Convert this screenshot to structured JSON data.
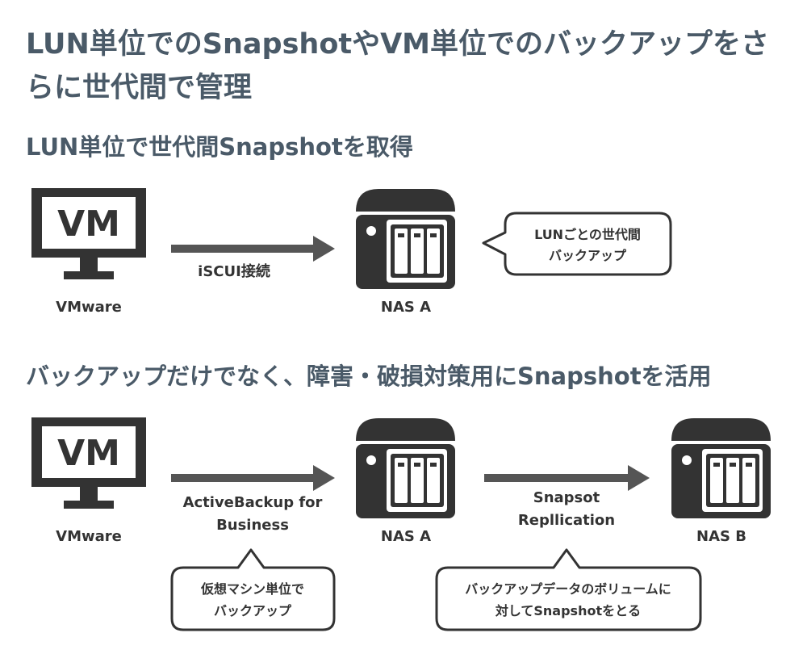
{
  "title": "LUN単位でのSnapshotやVM単位でのバックアップをさらに世代間で管理",
  "section1": {
    "heading": "LUN単位で世代間Snapshotを取得",
    "vm_screen_text": "VM",
    "vm_label": "VMware",
    "arrow_label": "iSCUI接続",
    "nas_label": "NAS A",
    "callout_line1": "LUNごとの世代間",
    "callout_line2": "バックアップ"
  },
  "section2": {
    "heading": "バックアップだけでなく、障害・破損対策用にSnapshotを活用",
    "vm_screen_text": "VM",
    "vm_label": "VMware",
    "arrow1_line1": "ActiveBackup for",
    "arrow1_line2": "Business",
    "nas_a_label": "NAS A",
    "arrow2_line1": "Snapsot",
    "arrow2_line2": "Repllication",
    "nas_b_label": "NAS B",
    "callout1_line1": "仮想マシン単位で",
    "callout1_line2": "バックアップ",
    "callout2_line1": "バックアップデータのボリュームに",
    "callout2_line2": "対してSnapshotをとる"
  },
  "colors": {
    "heading": "#4a5a68",
    "icon": "#333333",
    "arrow": "#555555",
    "callout_border": "#333333"
  }
}
